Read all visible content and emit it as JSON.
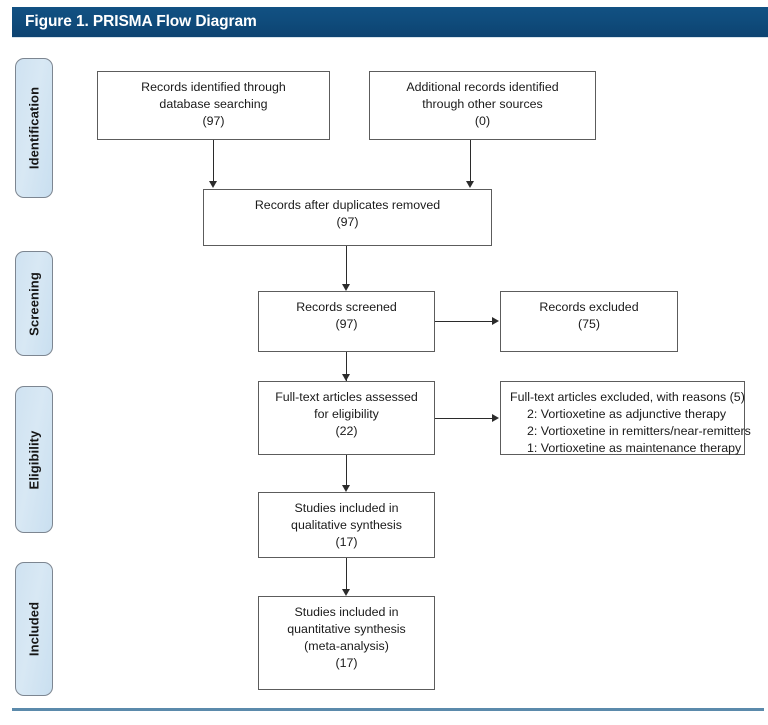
{
  "figure": {
    "title": "Figure 1. PRISMA Flow Diagram",
    "title_bar_color": "#0f4b7b",
    "rule_color": "#5b8aab",
    "box_border_color": "#5c5c5c",
    "connector_color": "#2b2b2b",
    "stage_fill_color": "#d3e4f2"
  },
  "stages": [
    {
      "label": "Identification"
    },
    {
      "label": "Screening"
    },
    {
      "label": "Eligibility"
    },
    {
      "label": "Included"
    }
  ],
  "boxes": {
    "records_identified": {
      "lines": [
        "Records identified through",
        "database searching",
        "(97)"
      ]
    },
    "additional_records": {
      "lines": [
        "Additional records identified",
        "through other sources",
        "(0)"
      ]
    },
    "duplicates_removed": {
      "lines": [
        "Records after duplicates removed",
        "(97)"
      ]
    },
    "records_screened": {
      "lines": [
        "Records screened",
        "(97)"
      ]
    },
    "records_excluded": {
      "lines": [
        "Records excluded",
        "(75)"
      ]
    },
    "fulltext_assessed": {
      "lines": [
        "Full-text articles assessed",
        "for eligibility",
        "(22)"
      ]
    },
    "fulltext_excluded": {
      "heading": "Full-text articles excluded, with reasons (5)",
      "reasons": [
        "2: Vortioxetine as adjunctive therapy",
        "2: Vortioxetine in remitters/near-remitters",
        "1: Vortioxetine as maintenance therapy"
      ]
    },
    "qualitative_synthesis": {
      "lines": [
        "Studies included in",
        "qualitative synthesis",
        "(17)"
      ]
    },
    "quantitative_synthesis": {
      "lines": [
        "Studies included in",
        "quantitative synthesis",
        "(meta-analysis)",
        "(17)"
      ]
    }
  },
  "chart_data": {
    "type": "diagram",
    "title": "Figure 1. PRISMA Flow Diagram",
    "nodes": [
      {
        "id": "records_identified",
        "stage": "Identification",
        "label": "Records identified through database searching",
        "count": 97
      },
      {
        "id": "additional_records",
        "stage": "Identification",
        "label": "Additional records identified through other sources",
        "count": 0
      },
      {
        "id": "duplicates_removed",
        "stage": "Identification",
        "label": "Records after duplicates removed",
        "count": 97
      },
      {
        "id": "records_screened",
        "stage": "Screening",
        "label": "Records screened",
        "count": 97
      },
      {
        "id": "records_excluded",
        "stage": "Screening",
        "label": "Records excluded",
        "count": 75
      },
      {
        "id": "fulltext_assessed",
        "stage": "Eligibility",
        "label": "Full-text articles assessed for eligibility",
        "count": 22
      },
      {
        "id": "fulltext_excluded",
        "stage": "Eligibility",
        "label": "Full-text articles excluded, with reasons",
        "count": 5
      },
      {
        "id": "qualitative_synthesis",
        "stage": "Included",
        "label": "Studies included in qualitative synthesis",
        "count": 17
      },
      {
        "id": "quantitative_synthesis",
        "stage": "Included",
        "label": "Studies included in quantitative synthesis (meta-analysis)",
        "count": 17
      }
    ],
    "edges": [
      {
        "from": "records_identified",
        "to": "duplicates_removed"
      },
      {
        "from": "additional_records",
        "to": "duplicates_removed"
      },
      {
        "from": "duplicates_removed",
        "to": "records_screened"
      },
      {
        "from": "records_screened",
        "to": "records_excluded"
      },
      {
        "from": "records_screened",
        "to": "fulltext_assessed"
      },
      {
        "from": "fulltext_assessed",
        "to": "fulltext_excluded"
      },
      {
        "from": "fulltext_assessed",
        "to": "qualitative_synthesis"
      },
      {
        "from": "qualitative_synthesis",
        "to": "quantitative_synthesis"
      }
    ],
    "exclusion_reasons": [
      {
        "count": 2,
        "reason": "Vortioxetine as adjunctive therapy"
      },
      {
        "count": 2,
        "reason": "Vortioxetine in remitters/near-remitters"
      },
      {
        "count": 1,
        "reason": "Vortioxetine as maintenance therapy"
      }
    ]
  }
}
